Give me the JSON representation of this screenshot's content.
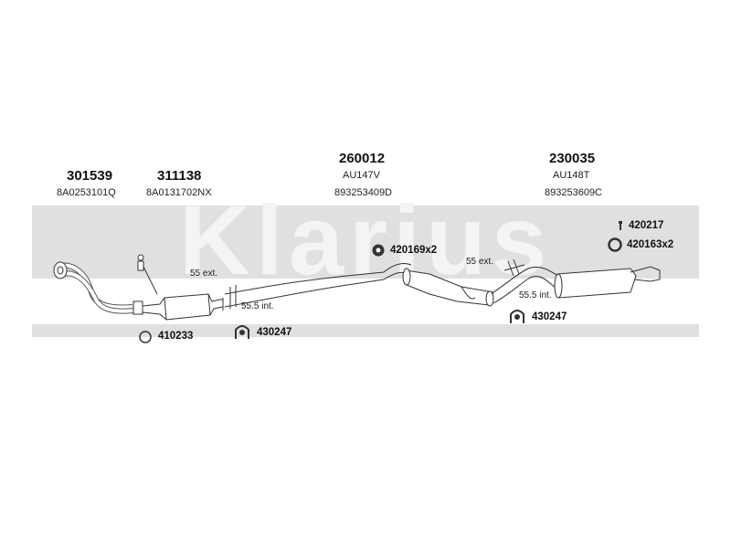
{
  "watermark": {
    "text": "Klarius",
    "color": "#dadada"
  },
  "parts": [
    {
      "number": "301539",
      "ref": "8A0253101Q"
    },
    {
      "number": "311138",
      "ref": "8A0131702NX"
    },
    {
      "number": "260012",
      "code": "AU147V",
      "ref": "893253409D"
    },
    {
      "number": "230035",
      "code": "AU148T",
      "ref": "893253609C"
    }
  ],
  "annotations": {
    "left_ext": "55 ext.",
    "left_int": "55.5 int.",
    "right_ext": "55 ext.",
    "right_int": "55.5 int."
  },
  "accessories": [
    {
      "code": "410233",
      "icon": "ring-gasket-icon"
    },
    {
      "code": "430247",
      "icon": "mounting-bracket-icon"
    },
    {
      "code": "420169x2",
      "icon": "rubber-mount-icon"
    },
    {
      "code": "430247",
      "icon": "mounting-bracket-icon"
    },
    {
      "code": "420217",
      "icon": "bolt-icon"
    },
    {
      "code": "420163x2",
      "icon": "ring-clamp-icon"
    }
  ]
}
